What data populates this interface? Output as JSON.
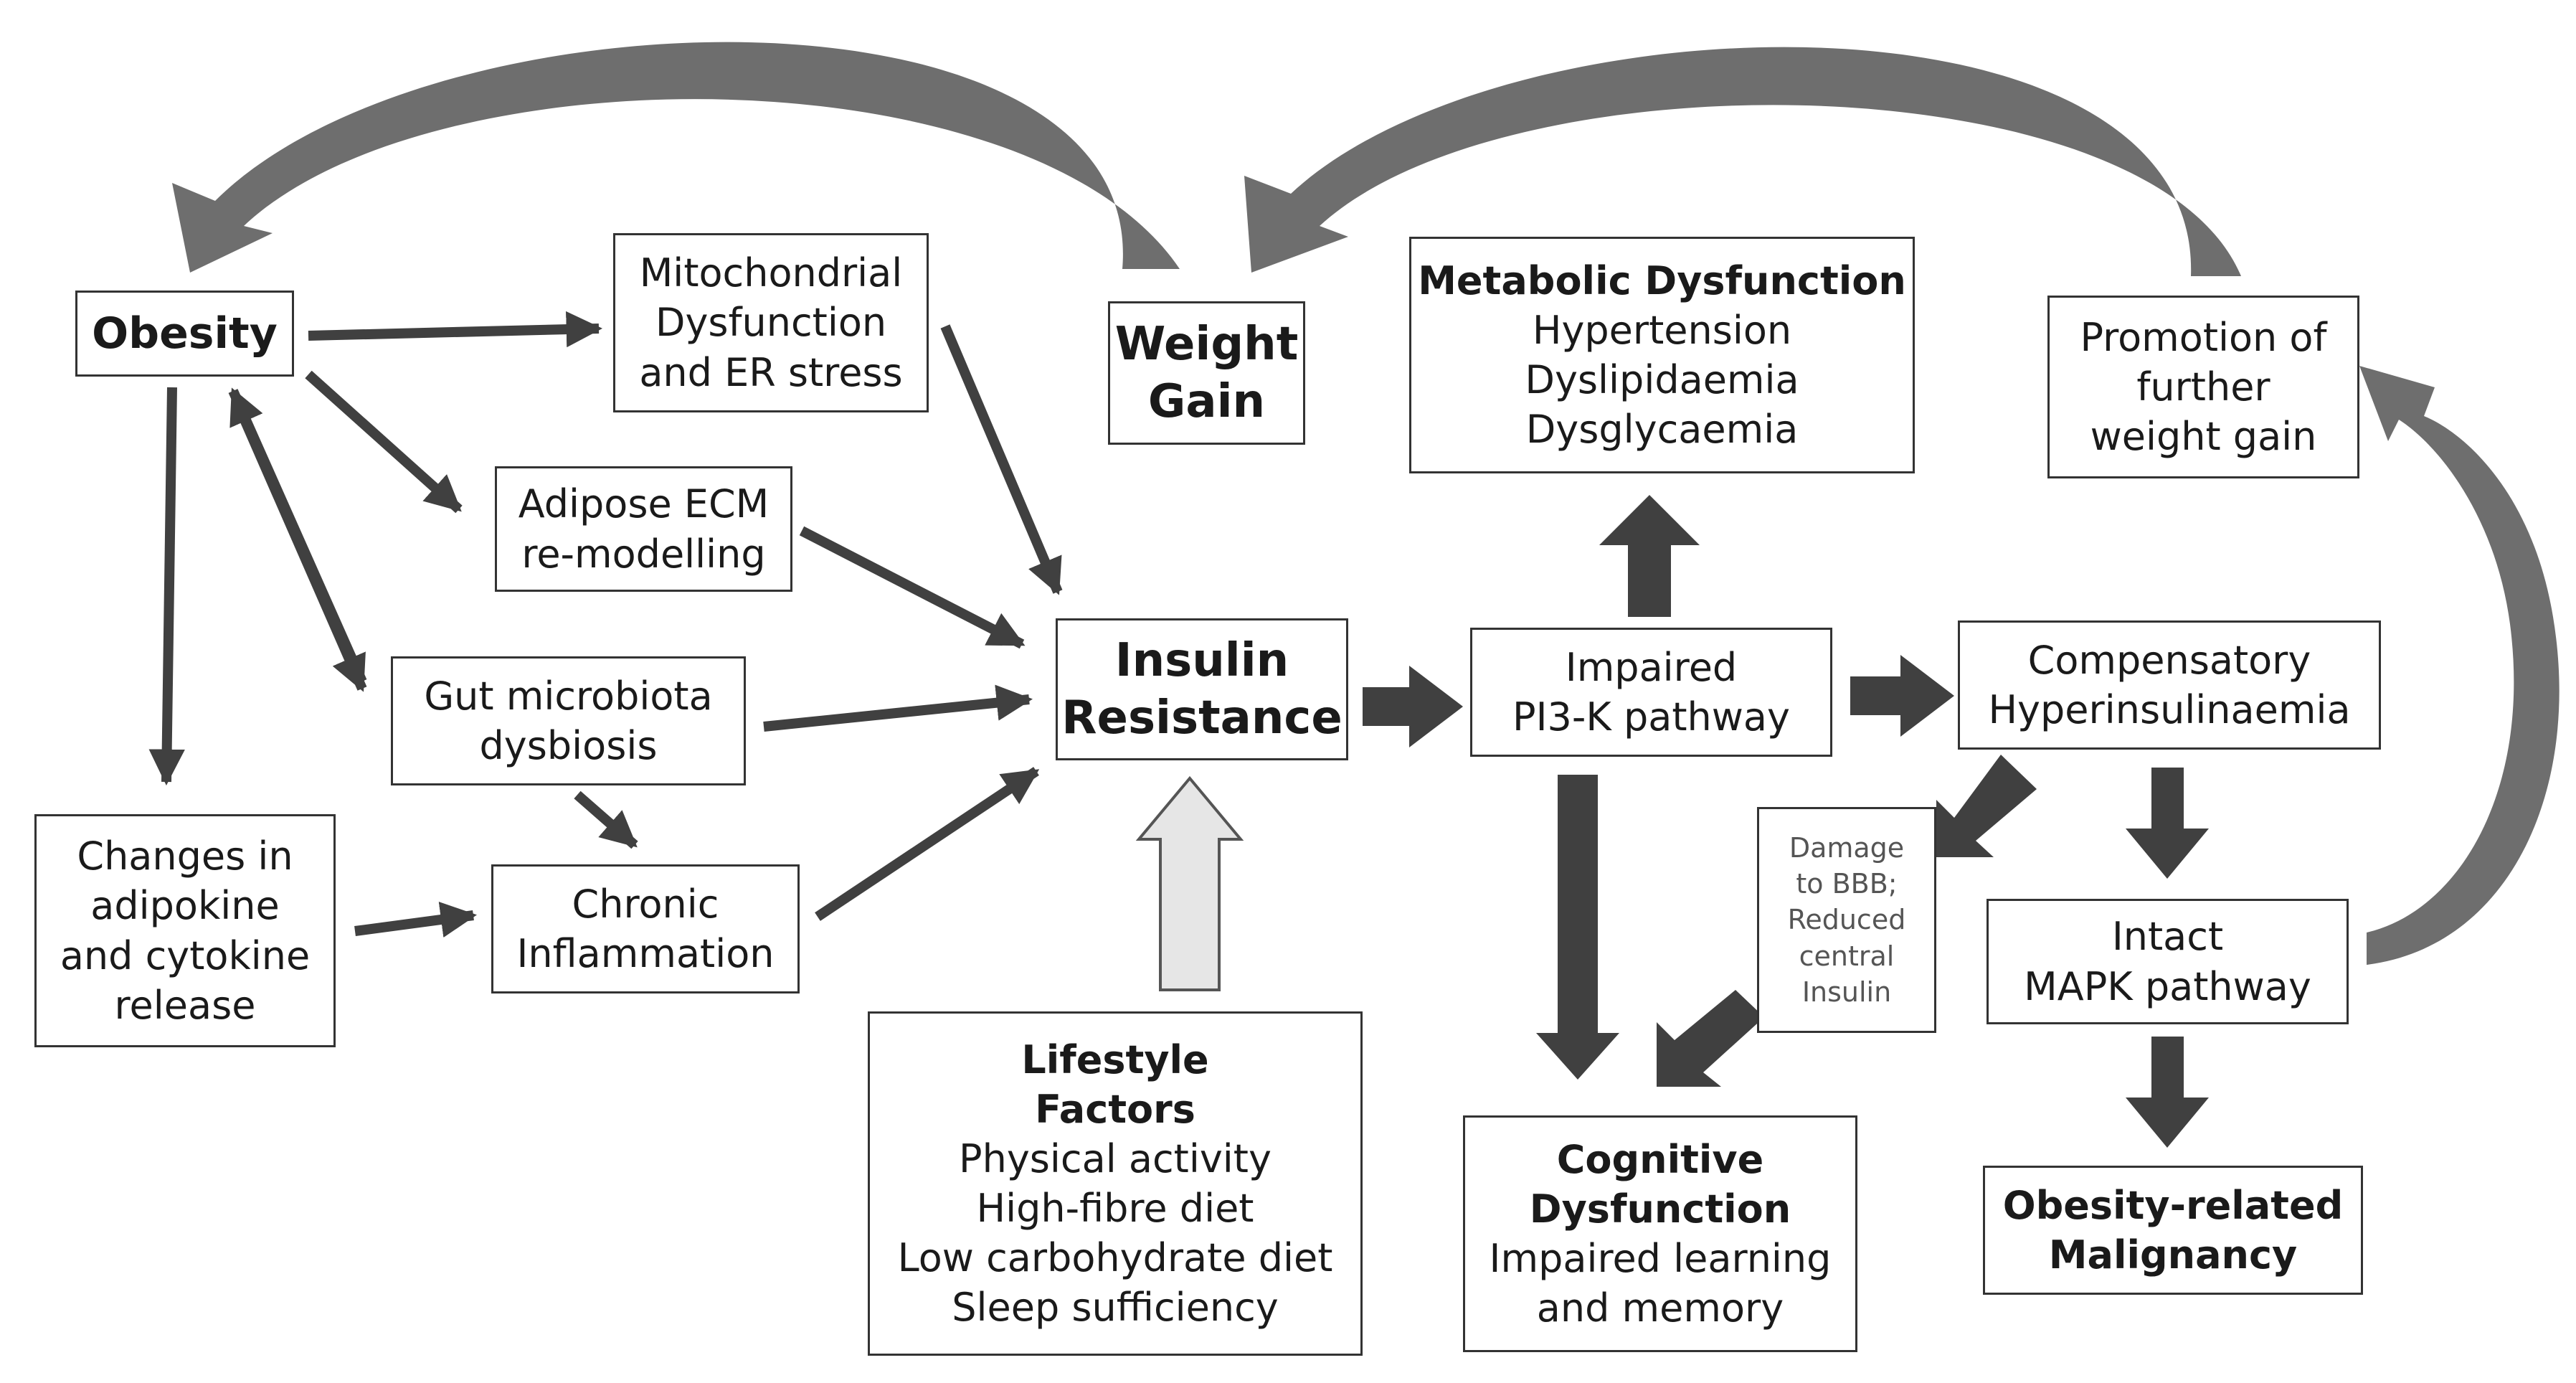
{
  "nodes": {
    "obesity": "Obesity",
    "mitochondrial": [
      "Mitochondrial",
      "Dysfunction",
      "and ER stress"
    ],
    "adipose_ecm": [
      "Adipose ECM",
      "re-modelling"
    ],
    "gut_microbiota": [
      "Gut microbiota",
      "dysbiosis"
    ],
    "chronic_inflammation": [
      "Chronic",
      "Inflammation"
    ],
    "adipokine": [
      "Changes in",
      "adipokine",
      "and cytokine",
      "release"
    ],
    "weight_gain": [
      "Weight",
      "Gain"
    ],
    "insulin_resistance": [
      "Insulin",
      "Resistance"
    ],
    "lifestyle": {
      "title": [
        "Lifestyle",
        "Factors"
      ],
      "items": [
        "Physical activity",
        "High-fibre diet",
        "Low carbohydrate diet",
        "Sleep sufficiency"
      ]
    },
    "metabolic": {
      "title": "Metabolic Dysfunction",
      "items": [
        "Hypertension",
        "Dyslipidaemia",
        "Dysglycaemia"
      ]
    },
    "pi3k": [
      "Impaired",
      "PI3-K pathway"
    ],
    "cognitive": {
      "title": [
        "Cognitive",
        "Dysfunction"
      ],
      "items": [
        "Impaired learning",
        "and memory"
      ]
    },
    "bbb": [
      "Damage",
      "to BBB;",
      "Reduced",
      "central",
      "Insulin"
    ],
    "hyperinsulinaemia": [
      "Compensatory",
      "Hyperinsulinaemia"
    ],
    "mapk": [
      "Intact",
      "MAPK pathway"
    ],
    "promotion": [
      "Promotion of",
      "further",
      "weight gain"
    ],
    "malignancy": [
      "Obesity-related",
      "Malignancy"
    ]
  },
  "colors": {
    "arrow_dark": "#404040",
    "arrow_curve": "#6e6e6e",
    "lifestyle_arrow_fill": "#e6e6e6"
  }
}
